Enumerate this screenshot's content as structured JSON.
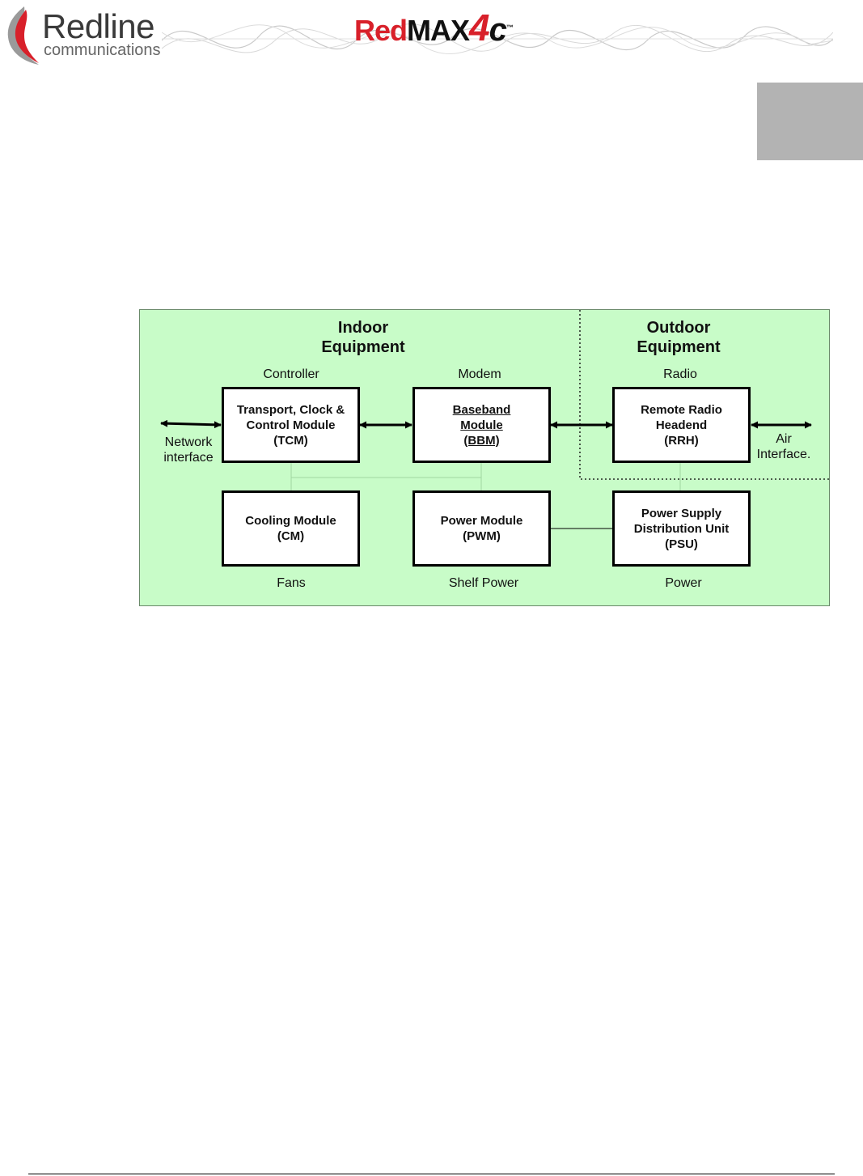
{
  "header": {
    "brand": "Redline",
    "brand_sub": "communications",
    "product_part1": "Red",
    "product_part2": "MAX",
    "product_part3": "4",
    "product_part4": "c",
    "product_tm": "™"
  },
  "diagram": {
    "indoor_heading": [
      "Indoor",
      "Equipment"
    ],
    "outdoor_heading": [
      "Outdoor",
      "Equipment"
    ],
    "labels": {
      "controller": "Controller",
      "modem": "Modem",
      "radio": "Radio",
      "network_interface": [
        "Network",
        "interface"
      ],
      "air_interface": [
        "Air",
        "Interface."
      ],
      "fans": "Fans",
      "shelf_power": "Shelf Power",
      "power": "Power"
    },
    "boxes": {
      "tcm": [
        "Transport, Clock &",
        "Control Module",
        "(TCM)"
      ],
      "bbm": [
        "Baseband",
        "Module",
        "(BBM)"
      ],
      "rrh": [
        "Remote Radio",
        "Headend",
        "(RRH)"
      ],
      "cm": [
        "Cooling Module",
        "(CM)"
      ],
      "pwm": [
        "Power Module",
        "(PWM)"
      ],
      "psu": [
        "Power Supply",
        "Distribution Unit",
        "(PSU)"
      ]
    }
  },
  "colors": {
    "diagram_bg": "#c8fcc8",
    "brand_red": "#d8202a",
    "tab_gray": "#b3b3b3"
  }
}
